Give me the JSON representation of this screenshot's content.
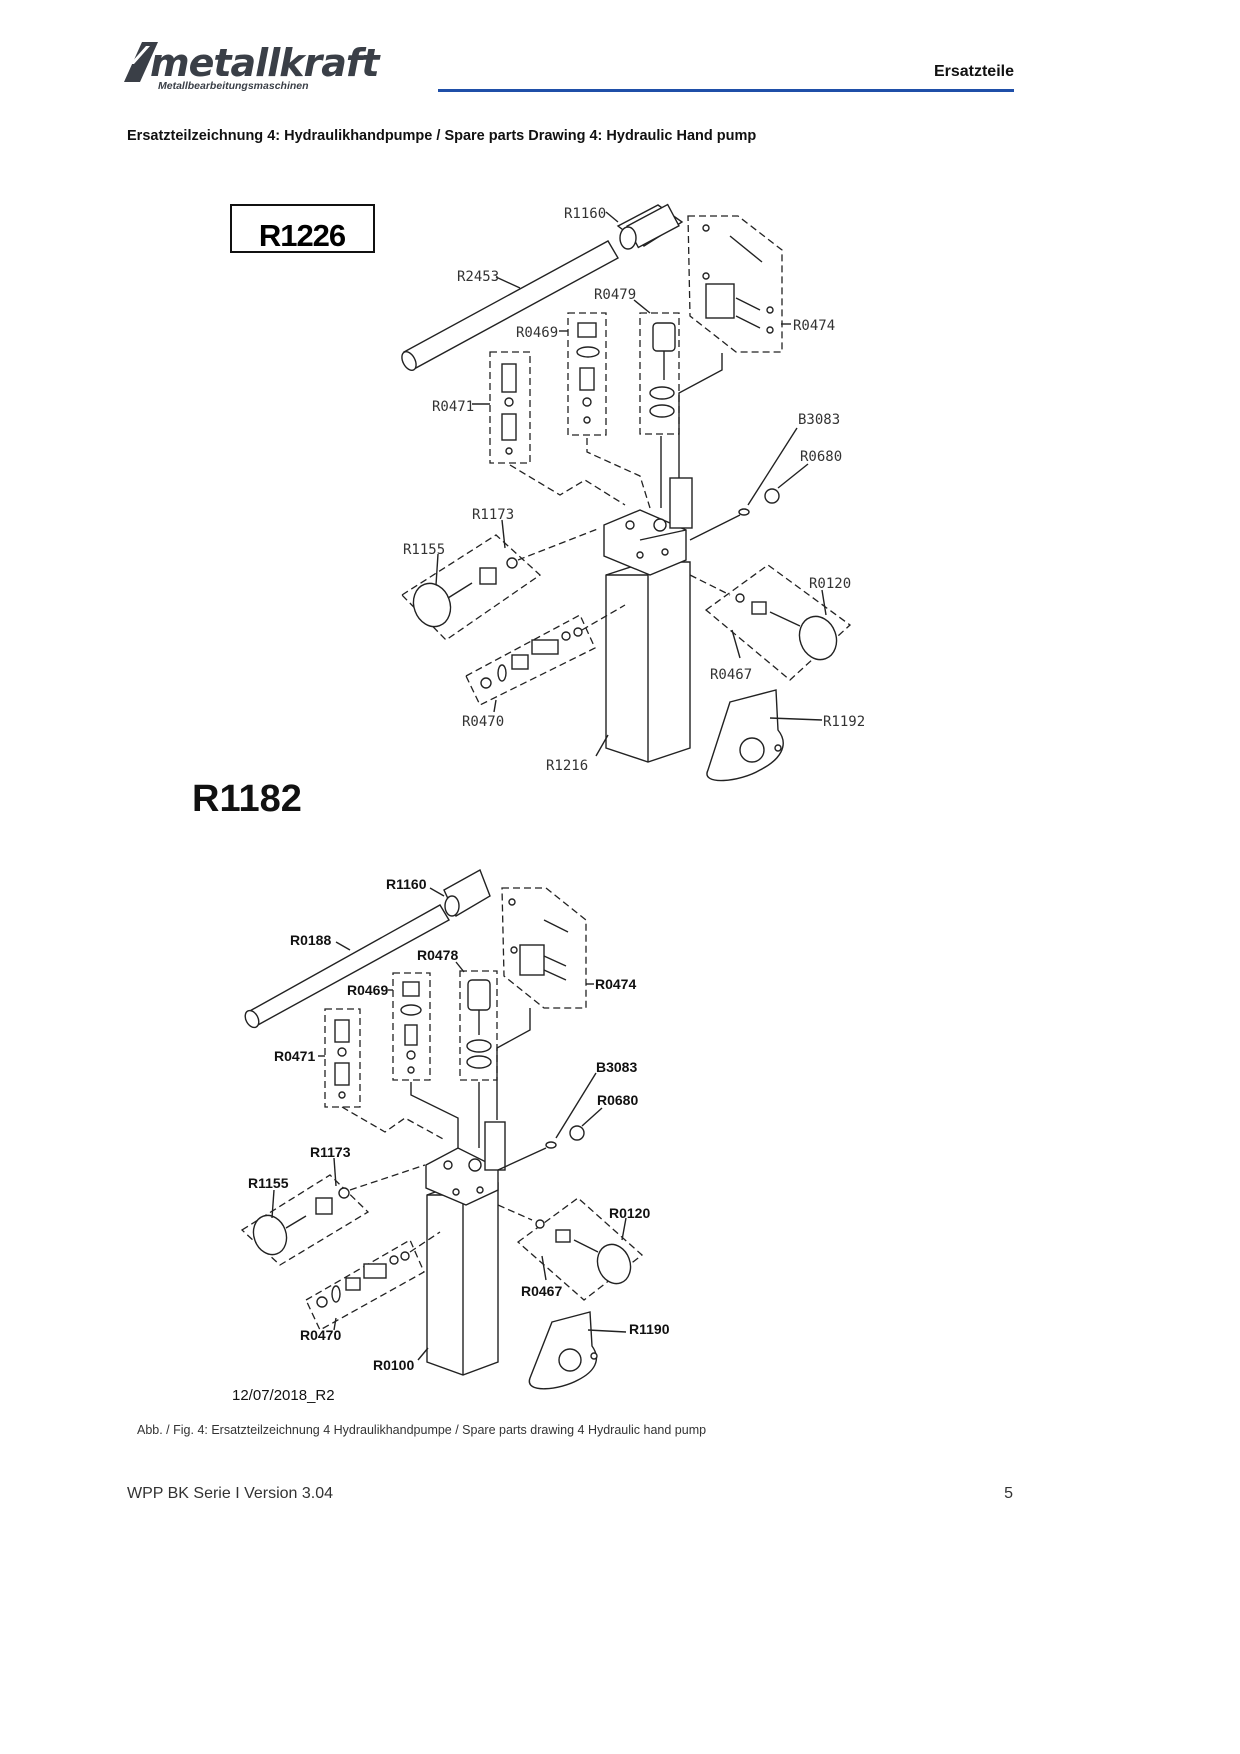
{
  "header": {
    "logo_text": "metallkraft",
    "logo_subtitle": "Metallbearbeitungsmaschinen",
    "section_title": "Ersatzteile",
    "accent_color": "#1f4fa8"
  },
  "heading": "Ersatzteilzeichnung 4: Hydraulikhandpumpe / Spare parts Drawing 4: Hydraulic Hand pump",
  "drawing_top": {
    "title": "R1226",
    "labels": {
      "r1160": "R1160",
      "r2453": "R2453",
      "r0479": "R0479",
      "r0469": "R0469",
      "r0474": "R0474",
      "r0471": "R0471",
      "b3083": "B3083",
      "r0680": "R0680",
      "r1173": "R1173",
      "r1155": "R1155",
      "r0120": "R0120",
      "r0467": "R0467",
      "r0470": "R0470",
      "r1192": "R1192",
      "r1216": "R1216"
    }
  },
  "drawing_bottom": {
    "title": "R1182",
    "labels": {
      "r1160": "R1160",
      "r0188": "R0188",
      "r0478": "R0478",
      "r0469": "R0469",
      "r0474": "R0474",
      "r0471": "R0471",
      "b3083": "B3083",
      "r0680": "R0680",
      "r1173": "R1173",
      "r1155": "R1155",
      "r0120": "R0120",
      "r0467": "R0467",
      "r0470": "R0470",
      "r1190": "R1190",
      "r0100": "R0100"
    },
    "date_code": "12/07/2018_R2"
  },
  "caption": "Abb. / Fig. 4: Ersatzteilzeichnung 4 Hydraulikhandpumpe / Spare parts drawing 4 Hydraulic hand pump",
  "footer": {
    "left": "WPP BK Serie I Version 3.04",
    "page_number": "5"
  }
}
